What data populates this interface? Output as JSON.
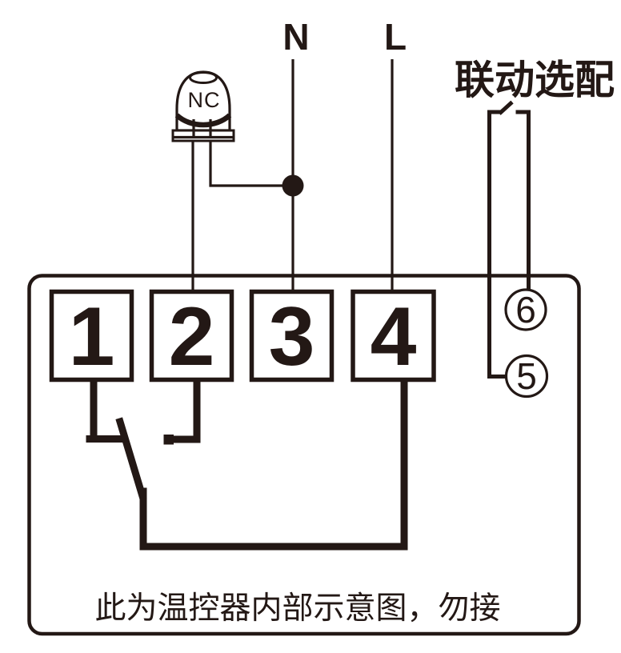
{
  "diagram": {
    "description": "thermostat-internal-wiring-diagram",
    "labels": {
      "neutral": "N",
      "live": "L",
      "linkage_title": "联动选配"
    },
    "sensor": {
      "label": "NC"
    },
    "terminals": [
      {
        "number": "1"
      },
      {
        "number": "2"
      },
      {
        "number": "3"
      },
      {
        "number": "4"
      }
    ],
    "linkage_terminals": [
      {
        "number": "6"
      },
      {
        "number": "5"
      }
    ],
    "note": "此为温控器内部示意图，勿接",
    "colors": {
      "line": "#231815",
      "background": "#ffffff"
    }
  }
}
